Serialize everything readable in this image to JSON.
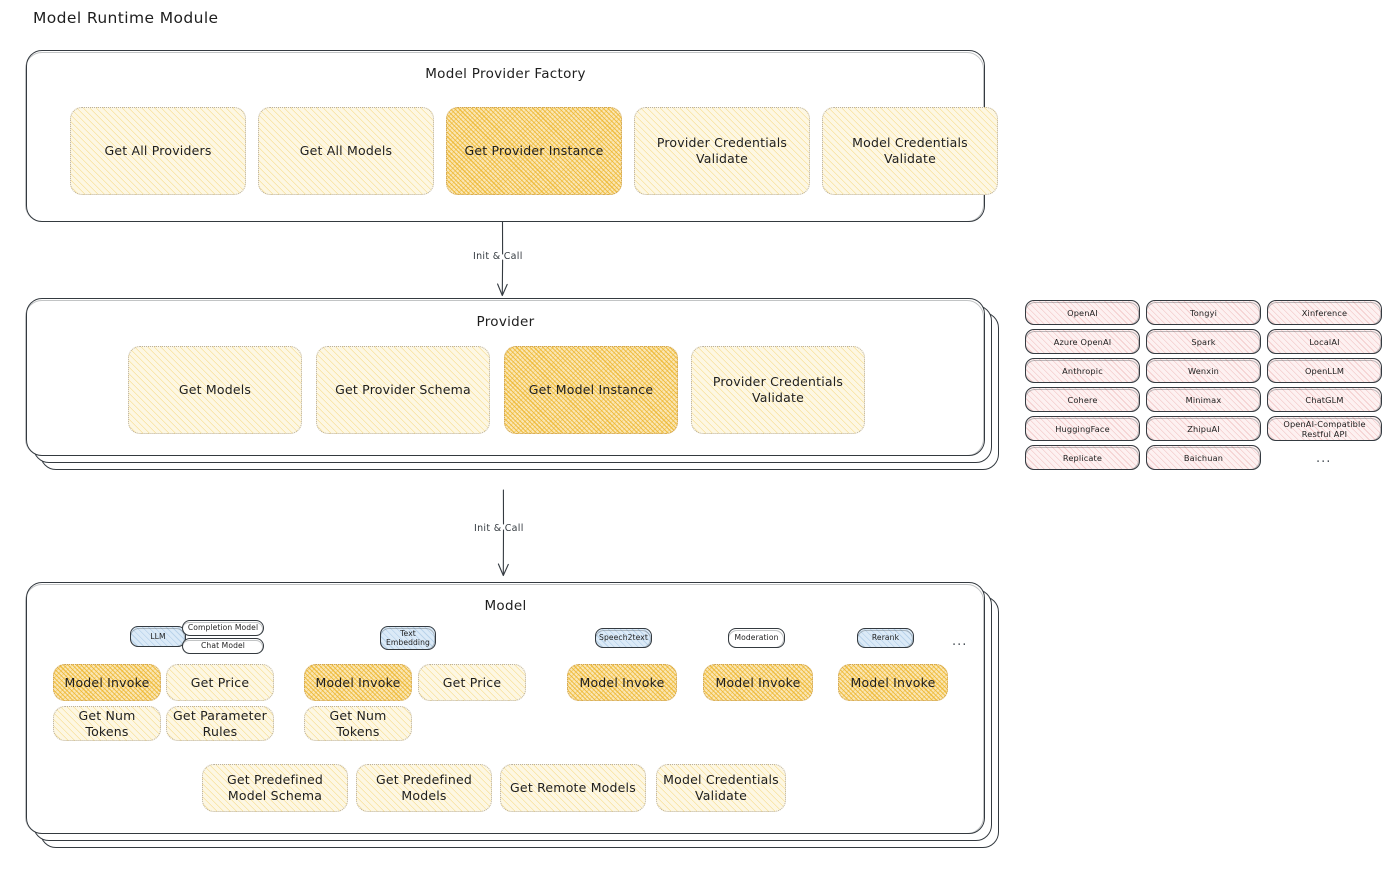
{
  "diagram": {
    "title": "Model Runtime Module"
  },
  "factory": {
    "title": "Model Provider Factory",
    "methods": [
      {
        "label": "Get All Providers",
        "highlight": false
      },
      {
        "label": "Get All Models",
        "highlight": false
      },
      {
        "label": "Get Provider Instance",
        "highlight": true
      },
      {
        "label": "Provider Credentials Validate",
        "highlight": false
      },
      {
        "label": "Model Credentials Validate",
        "highlight": false
      }
    ]
  },
  "arrows": [
    {
      "label": "Init & Call"
    },
    {
      "label": "Init & Call"
    }
  ],
  "provider": {
    "title": "Provider",
    "methods": [
      {
        "label": "Get Models",
        "highlight": false
      },
      {
        "label": "Get Provider Schema",
        "highlight": false
      },
      {
        "label": "Get Model Instance",
        "highlight": true
      },
      {
        "label": "Provider Credentials Validate",
        "highlight": false
      }
    ]
  },
  "provider_list": {
    "columns": [
      {
        "items": [
          "OpenAI",
          "Azure OpenAI",
          "Anthropic",
          "Cohere",
          "HuggingFace",
          "Replicate"
        ]
      },
      {
        "items": [
          "Tongyi",
          "Spark",
          "Wenxin",
          "Minimax",
          "ZhipuAI",
          "Baichuan"
        ]
      },
      {
        "items": [
          "Xinference",
          "LocalAI",
          "OpenLLM",
          "ChatGLM",
          "OpenAI-Compatible Restful API"
        ]
      }
    ],
    "more": "..."
  },
  "model": {
    "title": "Model",
    "more": "...",
    "groups": [
      {
        "badge": "LLM",
        "badge_style": "blue",
        "sub_badges": [
          "Completion Model",
          "Chat Model"
        ],
        "methods": [
          {
            "label": "Model Invoke",
            "highlight": true
          },
          {
            "label": "Get Price",
            "highlight": false
          },
          {
            "label": "Get Num Tokens",
            "highlight": false
          },
          {
            "label": "Get Parameter Rules",
            "highlight": false
          }
        ]
      },
      {
        "badge": "Text Embedding",
        "badge_style": "blue",
        "sub_badges": [],
        "methods": [
          {
            "label": "Model Invoke",
            "highlight": true
          },
          {
            "label": "Get Price",
            "highlight": false
          },
          {
            "label": "Get Num Tokens",
            "highlight": false
          }
        ]
      },
      {
        "badge": "Speech2text",
        "badge_style": "blue",
        "sub_badges": [],
        "methods": [
          {
            "label": "Model Invoke",
            "highlight": true
          }
        ]
      },
      {
        "badge": "Moderation",
        "badge_style": "white",
        "sub_badges": [],
        "methods": [
          {
            "label": "Model Invoke",
            "highlight": true
          }
        ]
      },
      {
        "badge": "Rerank",
        "badge_style": "blue",
        "sub_badges": [],
        "methods": [
          {
            "label": "Model Invoke",
            "highlight": true
          }
        ]
      }
    ],
    "common_methods": [
      {
        "label": "Get Predefined Model Schema"
      },
      {
        "label": "Get Predefined Models"
      },
      {
        "label": "Get Remote Models"
      },
      {
        "label": "Model Credentials Validate"
      }
    ]
  }
}
